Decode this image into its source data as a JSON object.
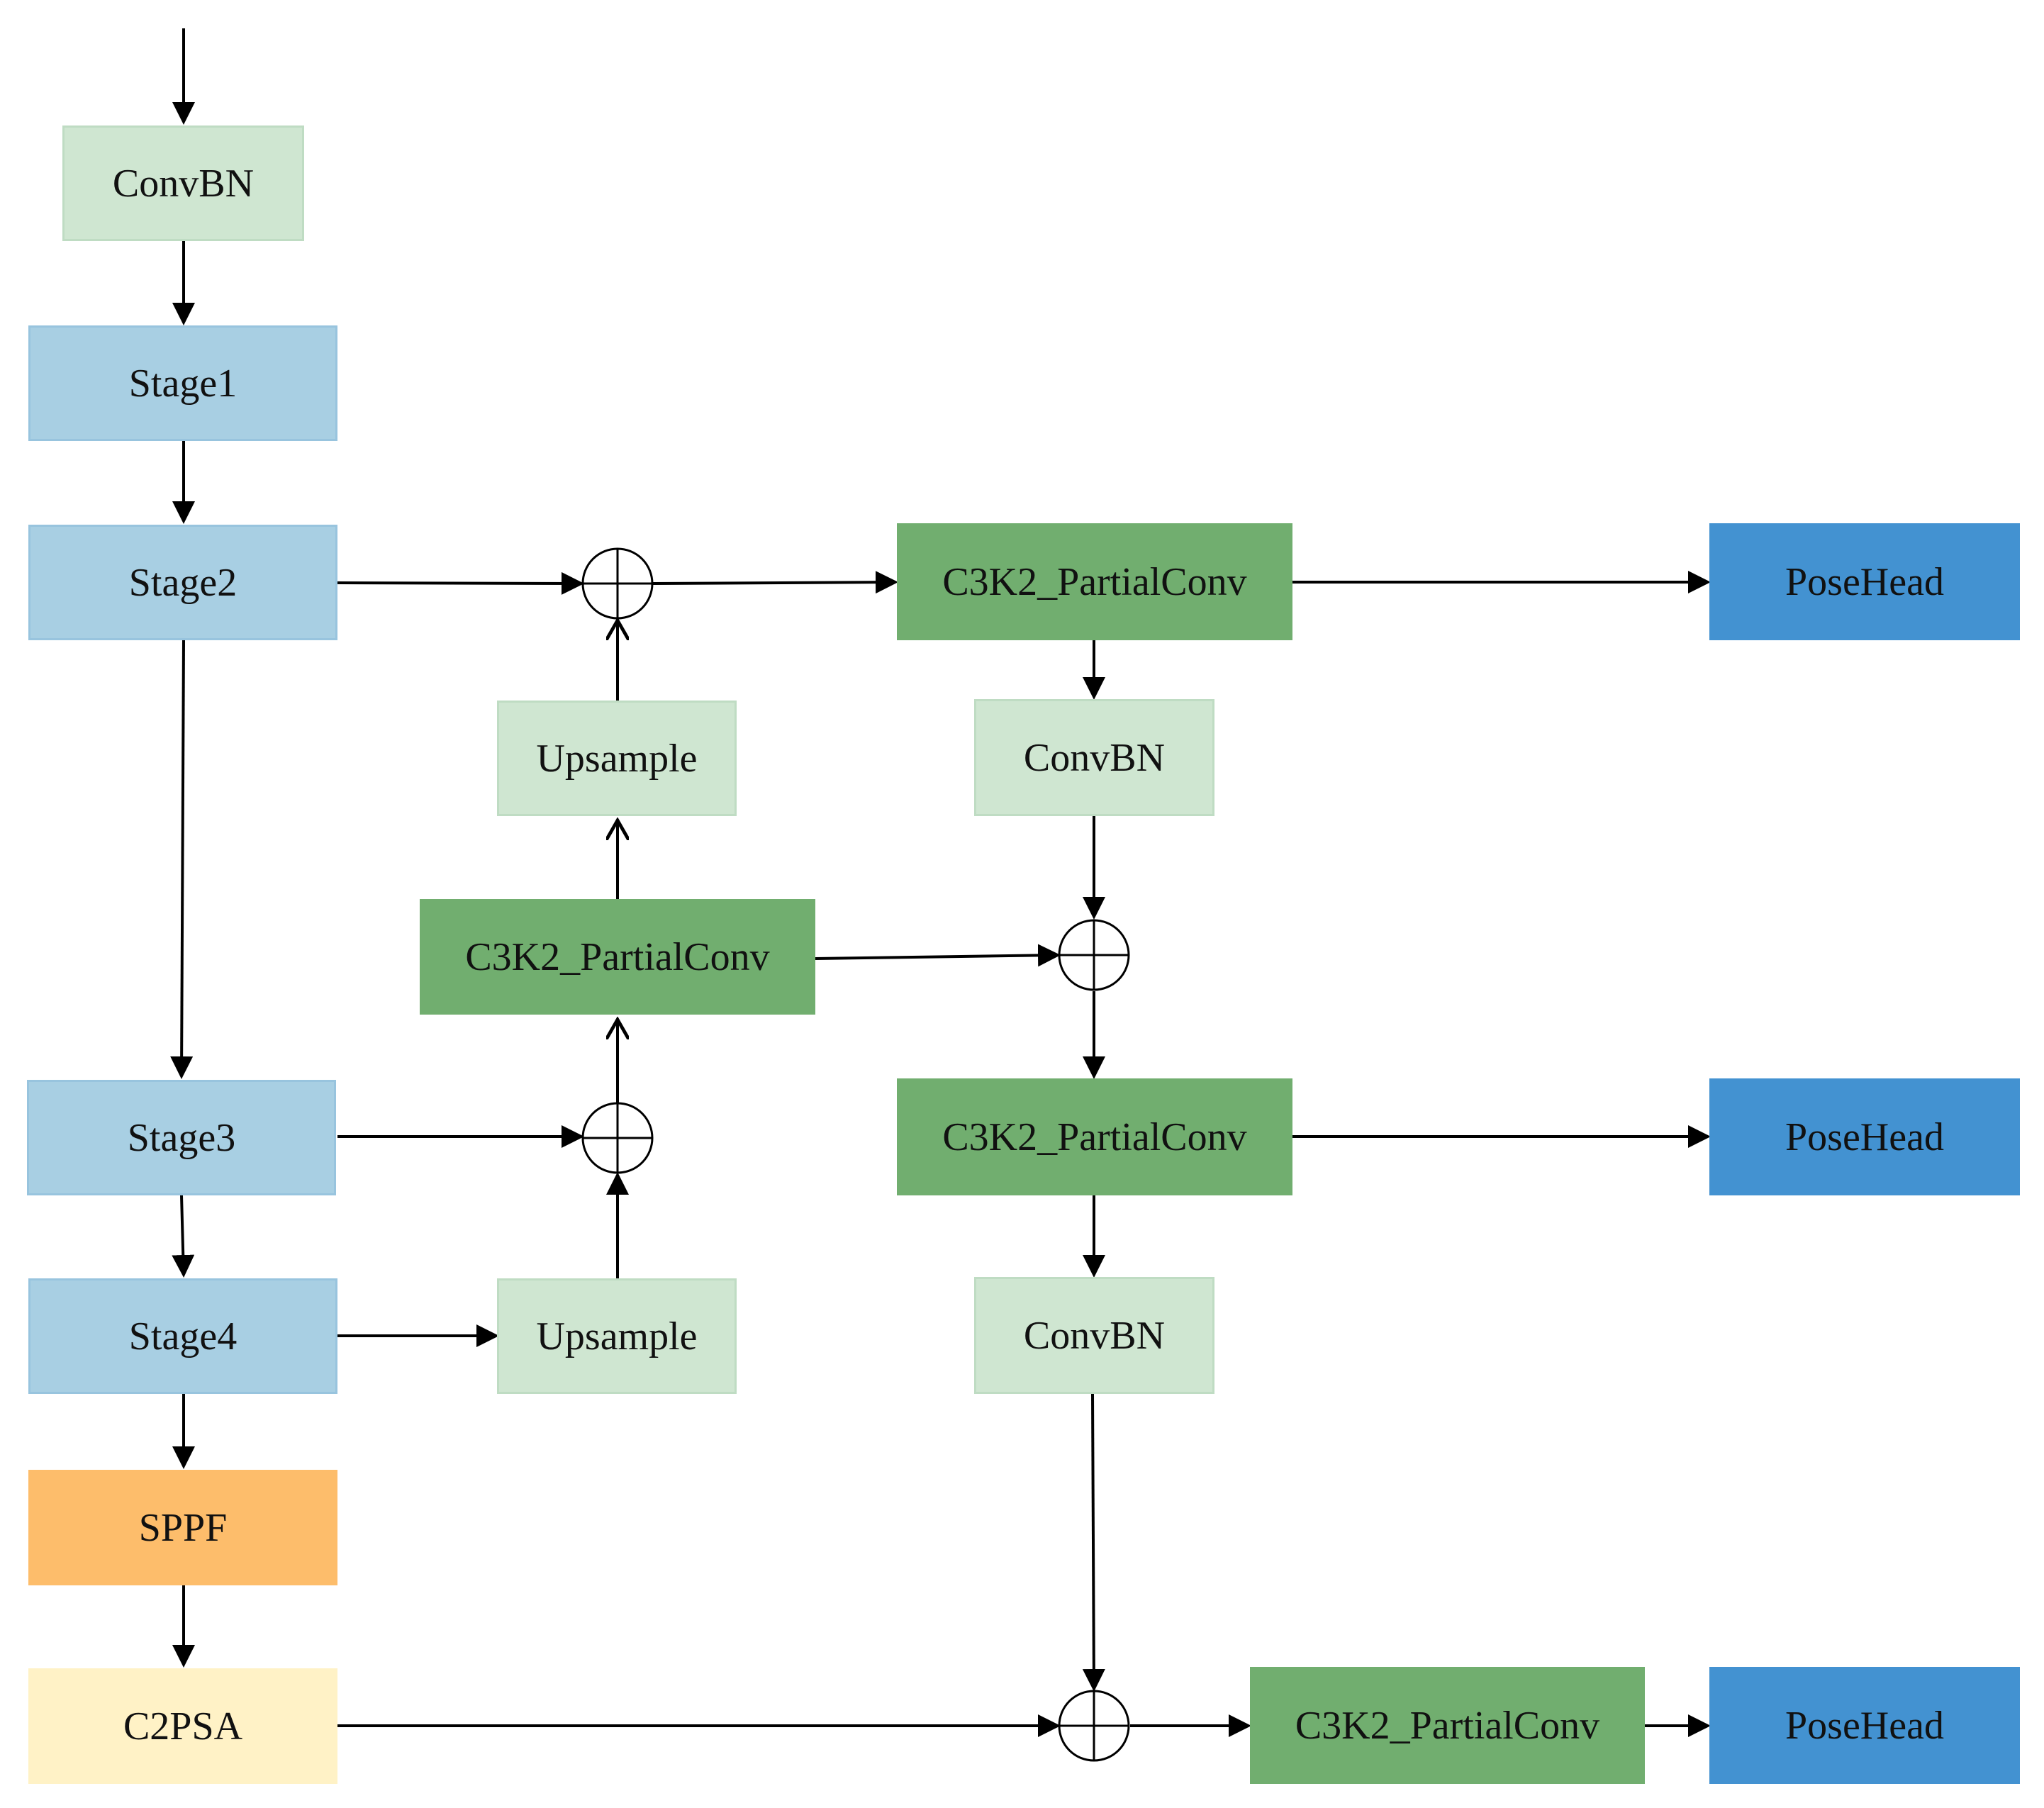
{
  "nodes": {
    "input_convbn": "ConvBN",
    "stage1": "Stage1",
    "stage2": "Stage2",
    "stage3": "Stage3",
    "stage4": "Stage4",
    "sppf": "SPPF",
    "c2psa": "C2PSA",
    "upsample_top": "Upsample",
    "upsample_bottom": "Upsample",
    "c3k2_mid": "C3K2_PartialConv",
    "c3k2_p3": "C3K2_PartialConv",
    "c3k2_p4": "C3K2_PartialConv",
    "c3k2_p5": "C3K2_PartialConv",
    "convbn_down1": "ConvBN",
    "convbn_down2": "ConvBN",
    "posehead_p3": "PoseHead",
    "posehead_p4": "PoseHead",
    "posehead_p5": "PoseHead"
  },
  "colors": {
    "convbn": "#cfe6d1",
    "stage": "#a8cfe3",
    "c3k2": "#71ae6f",
    "posehead": "#4392d1",
    "sppf": "#fdbd6b",
    "c2psa": "#fff2c6",
    "arrow": "#000000"
  }
}
